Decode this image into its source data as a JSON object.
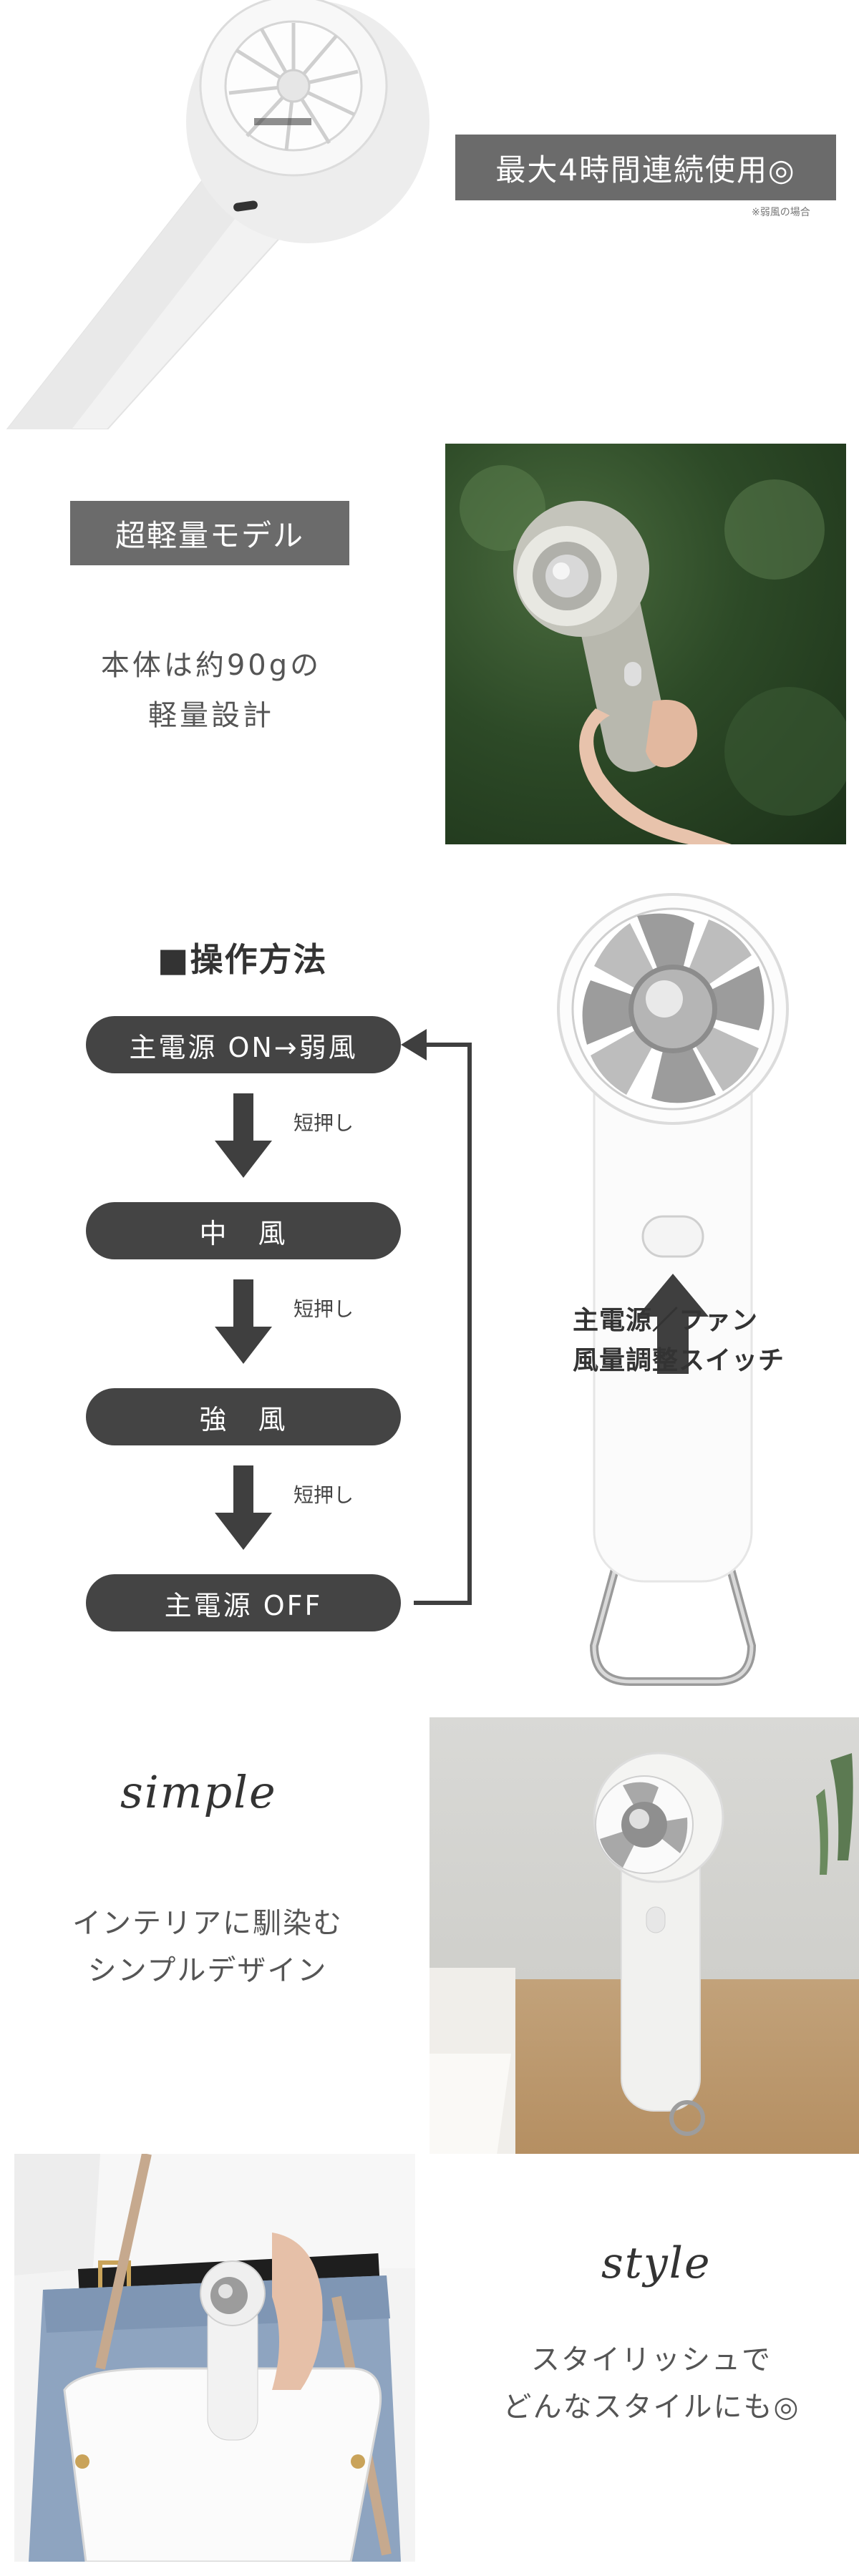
{
  "battery": {
    "headline": "最大4時間連続使用◎",
    "note": "※弱風の場合"
  },
  "lightweight": {
    "tag": "超軽量モデル",
    "line1": "本体は約90gの",
    "line2": "軽量設計"
  },
  "operation": {
    "title": "■操作方法",
    "steps": [
      "主電源 ON→弱風",
      "中　風",
      "強　風",
      "主電源 OFF"
    ],
    "short_press": "短押し",
    "switch_line1": "主電源／ファン",
    "switch_line2": "風量調整スイッチ"
  },
  "simple": {
    "word": "simple",
    "line1": "インテリアに馴染む",
    "line2": "シンプルデザイン"
  },
  "style": {
    "word": "style",
    "line1": "スタイリッシュで",
    "line2": "どんなスタイルにも◎"
  },
  "colors": {
    "tag_bg": "#6b6b6b",
    "pill_bg": "#444444",
    "arrow": "#3f3f3f"
  }
}
